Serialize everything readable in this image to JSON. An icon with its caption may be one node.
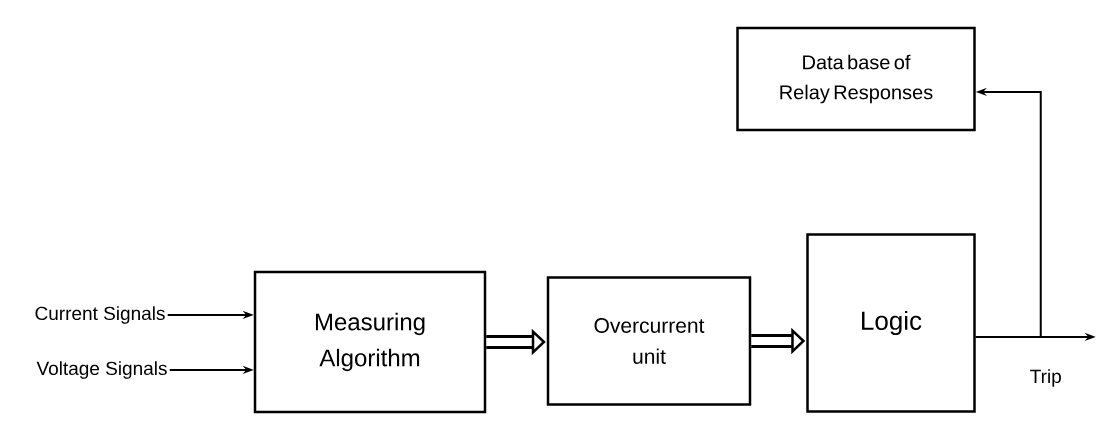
{
  "diagram": {
    "nodes": [
      {
        "text": [
          "Current Signals"
        ]
      },
      {
        "text": [
          "Voltage Signals"
        ]
      },
      {
        "text": [
          "Measuring Algorithm"
        ]
      },
      {
        "text": [
          "Overcurrent unit"
        ]
      },
      {
        "text": [
          "Logic"
        ]
      },
      {
        "text": [
          "Data base of Relay Responses"
        ]
      }
    ],
    "edges": [
      {
        "from": 0,
        "to": 2,
        "arrow": "to"
      },
      {
        "from": 1,
        "to": 2,
        "arrow": "to"
      },
      {
        "from": 2,
        "to": 3,
        "arrow": "to",
        "style": "thick"
      },
      {
        "from": 3,
        "to": 4,
        "arrow": "to",
        "style": "thick"
      },
      {
        "from": 4,
        "to": null,
        "arrow": "to",
        "label": "Trip"
      },
      {
        "from": 4,
        "to": 5,
        "arrow": "to"
      }
    ]
  }
}
